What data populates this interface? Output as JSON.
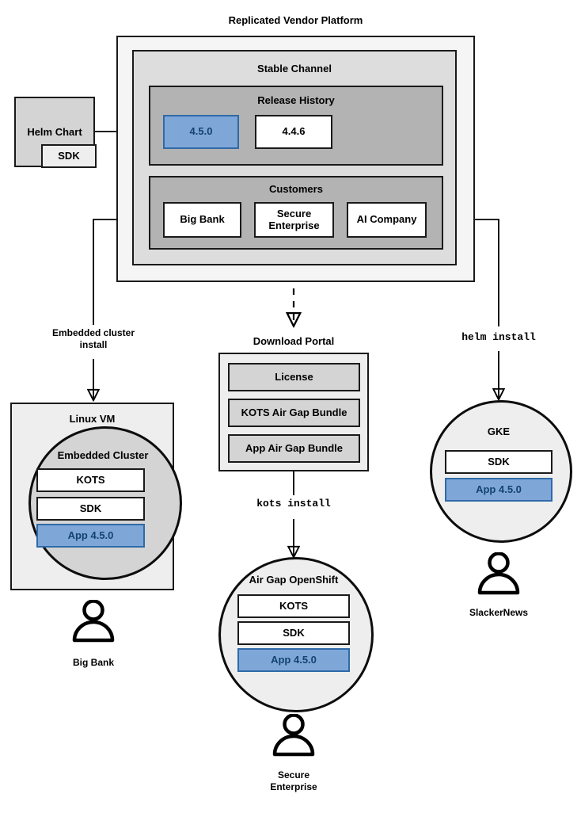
{
  "diagram": {
    "title": "Replicated Vendor Platform",
    "accent_blue_fill": "#7ea7d8",
    "accent_blue_border": "#2f6aa8",
    "accent_blue_text": "#13436e"
  },
  "platform": {
    "title": "Replicated Vendor Platform",
    "channel": {
      "title": "Stable Channel",
      "release_history": {
        "title": "Release History",
        "releases": [
          {
            "version": "4.5.0",
            "highlighted": true
          },
          {
            "version": "4.4.6",
            "highlighted": false
          }
        ]
      },
      "customers": {
        "title": "Customers",
        "items": [
          {
            "name": "Big Bank"
          },
          {
            "name": "Secure\nEnterprise"
          },
          {
            "name": "AI Company"
          }
        ]
      }
    }
  },
  "source": {
    "helm_chart": {
      "title": "Helm Chart",
      "sdk": "SDK"
    }
  },
  "connectors": {
    "embedded_cluster_install": "Embedded cluster\ninstall",
    "kots_install": "kots install",
    "helm_install": "helm install"
  },
  "download_portal": {
    "title": "Download Portal",
    "artifacts": [
      "License",
      "KOTS Air Gap Bundle",
      "App Air Gap Bundle"
    ]
  },
  "targets": [
    {
      "id": "linux-vm",
      "title": "Linux VM",
      "cluster_title": "Embedded Cluster",
      "components": [
        {
          "label": "KOTS",
          "highlighted": false
        },
        {
          "label": "SDK",
          "highlighted": false
        },
        {
          "label": "App 4.5.0",
          "highlighted": true
        }
      ],
      "actor": "Big Bank"
    },
    {
      "id": "air-gap-openshift",
      "title": "Air Gap OpenShift",
      "components": [
        {
          "label": "KOTS",
          "highlighted": false
        },
        {
          "label": "SDK",
          "highlighted": false
        },
        {
          "label": "App 4.5.0",
          "highlighted": true
        }
      ],
      "actor": "Secure\nEnterprise"
    },
    {
      "id": "gke",
      "title": "GKE",
      "components": [
        {
          "label": "SDK",
          "highlighted": false
        },
        {
          "label": "App 4.5.0",
          "highlighted": true
        }
      ],
      "actor": "SlackerNews"
    }
  ]
}
